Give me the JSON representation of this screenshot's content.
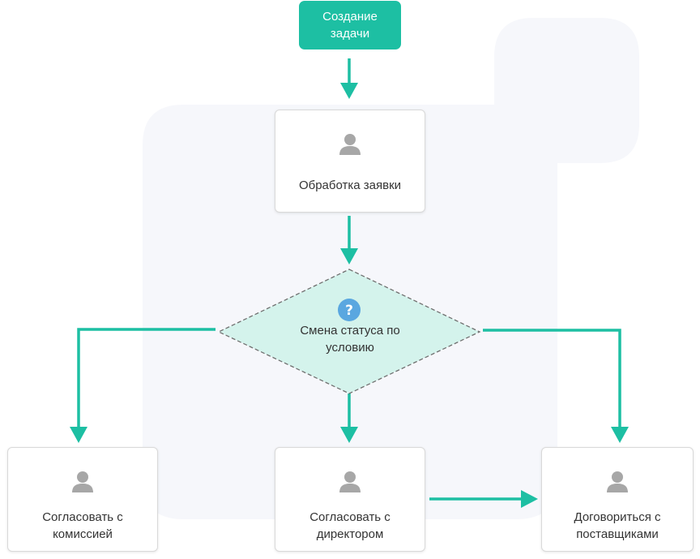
{
  "colors": {
    "accent": "#1dbfa3",
    "decision_fill": "#d4f3ec",
    "decision_stroke": "#707070",
    "background_shape": "#f6f7fb",
    "card_border": "#d9d9d9",
    "person_icon": "#a7a7a7",
    "question_icon": "#5aa7e0",
    "text": "#333333"
  },
  "nodes": {
    "start": {
      "line1": "Создание",
      "line2": "задачи"
    },
    "process": {
      "label": "Обработка заявки",
      "icon": "person-icon"
    },
    "decision": {
      "line1": "Смена статуса по",
      "line2": "условию",
      "icon": "question-icon"
    },
    "commission": {
      "line1": "Согласовать с",
      "line2": "комиссией",
      "icon": "person-icon"
    },
    "director": {
      "line1": "Согласовать с",
      "line2": "директором",
      "icon": "person-icon"
    },
    "suppliers": {
      "line1": "Договориться с",
      "line2": "поставщиками",
      "icon": "person-icon"
    }
  }
}
